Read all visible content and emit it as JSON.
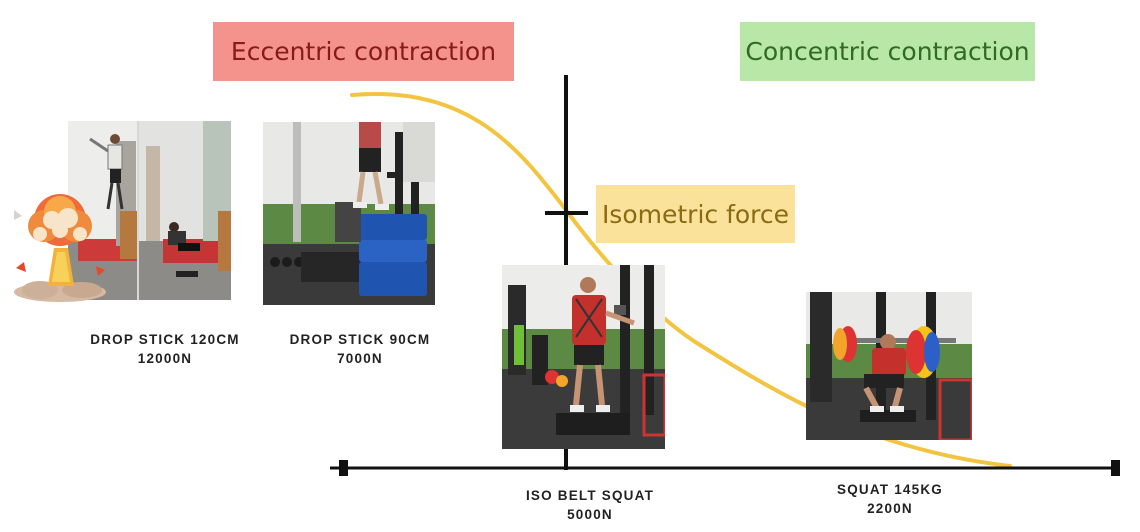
{
  "labels": {
    "eccentric": "Eccentric contraction",
    "concentric": "Concentric contraction",
    "isometric": "Isometric force"
  },
  "exercises": [
    {
      "name": "DROP STICK 120CM",
      "force": "12000N"
    },
    {
      "name": "DROP STICK 90CM",
      "force": "7000N"
    },
    {
      "name": "ISO BELT SQUAT",
      "force": "5000N"
    },
    {
      "name": "SQUAT 145KG",
      "force": "2200N"
    }
  ],
  "colors": {
    "eccentric_bg": "#f3938c",
    "eccentric_text": "#8a1a16",
    "concentric_bg": "#b9e7a7",
    "concentric_text": "#2f6b22",
    "isometric_bg": "#fbe29a",
    "isometric_text": "#8a6a12",
    "curve": "#f2c440",
    "axis": "#111111"
  },
  "icons": [
    "explosion-icon"
  ]
}
